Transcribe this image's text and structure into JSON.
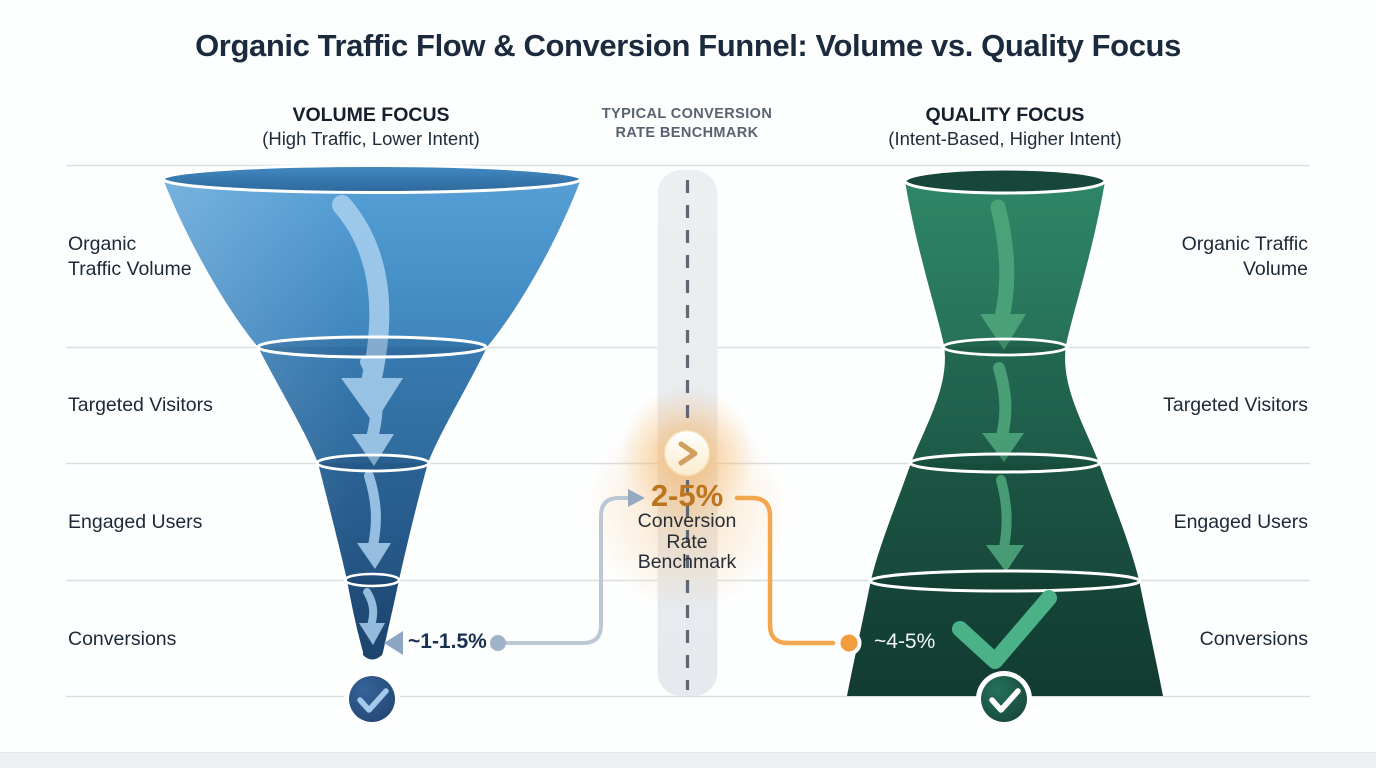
{
  "title": "Organic Traffic Flow & Conversion Funnel: Volume vs. Quality Focus",
  "columns": {
    "left": {
      "heading": "VOLUME FOCUS",
      "subheading": "(High Traffic, Lower Intent)"
    },
    "center": {
      "heading": "TYPICAL CONVERSION\nRATE BENCHMARK"
    },
    "right": {
      "heading": "QUALITY FOCUS",
      "subheading": "(Intent-Based, Higher Intent)"
    }
  },
  "stages": {
    "left": [
      "Organic\nTraffic Volume",
      "Targeted Visitors",
      "Engaged Users",
      "Conversions"
    ],
    "right": [
      "Organic Traffic\nVolume",
      "Targeted Visitors",
      "Engaged Users",
      "Conversions"
    ]
  },
  "benchmark": {
    "value": "2-5%",
    "label": "Conversion\nRate\nBenchmark",
    "left_funnel_rate": "~1-1.5%",
    "right_funnel_rate": "~4-5%"
  },
  "icons": {
    "center_marker": "chevron-right-icon",
    "left_funnel_bottom": "checkmark-icon",
    "right_funnel_bottom": "checkmark-icon",
    "right_funnel_stage4": "checkmark-icon",
    "funnel_flow": "down-arrow-icon"
  },
  "colors": {
    "volume_funnel_blue": "#3f86bf",
    "volume_funnel_dark": "#24517d",
    "quality_funnel_green": "#256d55",
    "quality_funnel_dark": "#173f35",
    "benchmark_orange": "#f0a04a",
    "benchmark_text": "#bb751f",
    "connector_gray": "#bcc7d4",
    "grid_line": "#dadfe4",
    "title_text": "#1b2a3d"
  }
}
